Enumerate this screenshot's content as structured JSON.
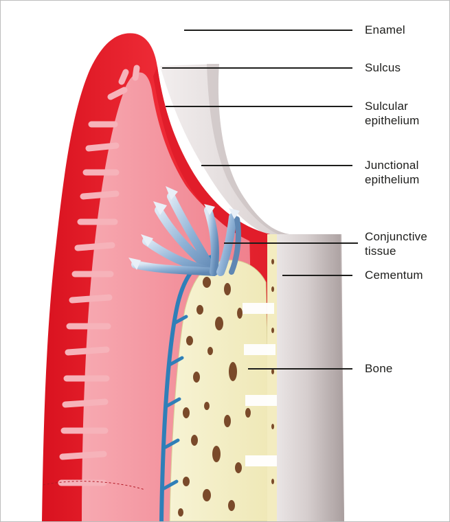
{
  "diagram": {
    "labels": {
      "enamel": "Enamel",
      "sulcus": "Sulcus",
      "sulcular_epithelium": "Sulcular\nepithelium",
      "junctional_epithelium": "Junctional\nepithelium",
      "conjunctive_tissue": "Conjunctive\ntissue",
      "cementum": "Cementum",
      "bone": "Bone"
    },
    "colors": {
      "gum_red": "#e8202e",
      "gum_pink": "#f28a96",
      "enamel_grey": "#d9d2d2",
      "root_grey": "#c8c0c0",
      "bone_cream": "#f4efc4",
      "bone_pore": "#7a4a2a",
      "vessel_blue": "#2f7fb8",
      "fiber_blue": "#8fb2d6"
    }
  }
}
